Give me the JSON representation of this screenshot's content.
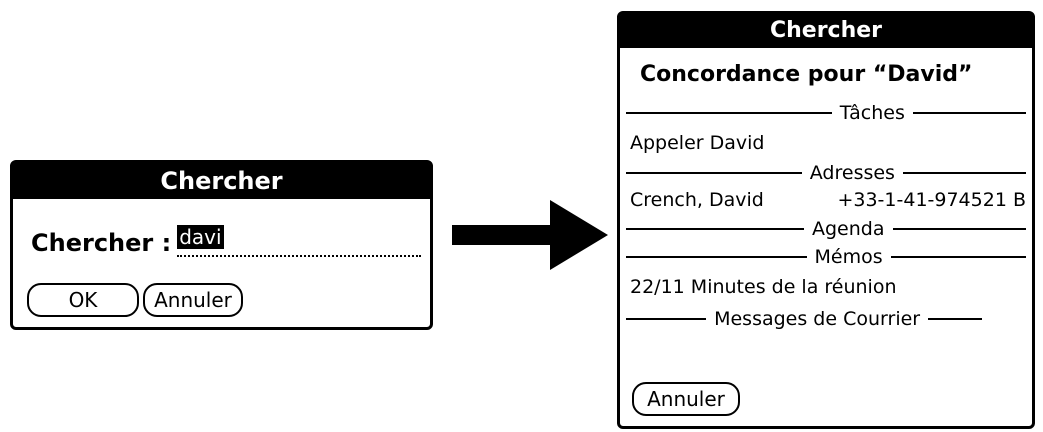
{
  "find_dialog": {
    "title": "Chercher",
    "field_label": "Chercher :",
    "field_value": "davi",
    "ok_label": "OK",
    "cancel_label": "Annuler"
  },
  "results_dialog": {
    "title": "Chercher",
    "heading": "Concordance pour “David”",
    "sections": {
      "taches": "Tâches",
      "adresses": "Adresses",
      "agenda": "Agenda",
      "memos": "Mémos",
      "courrier": "Messages de Courrier"
    },
    "items": {
      "task": "Appeler David",
      "address_name": "Crench, David",
      "address_phone": "+33-1-41-974521 B",
      "memo": "22/11 Minutes de la réunion"
    },
    "cancel_label": "Annuler"
  },
  "arrow_icon": "right-arrow-icon"
}
